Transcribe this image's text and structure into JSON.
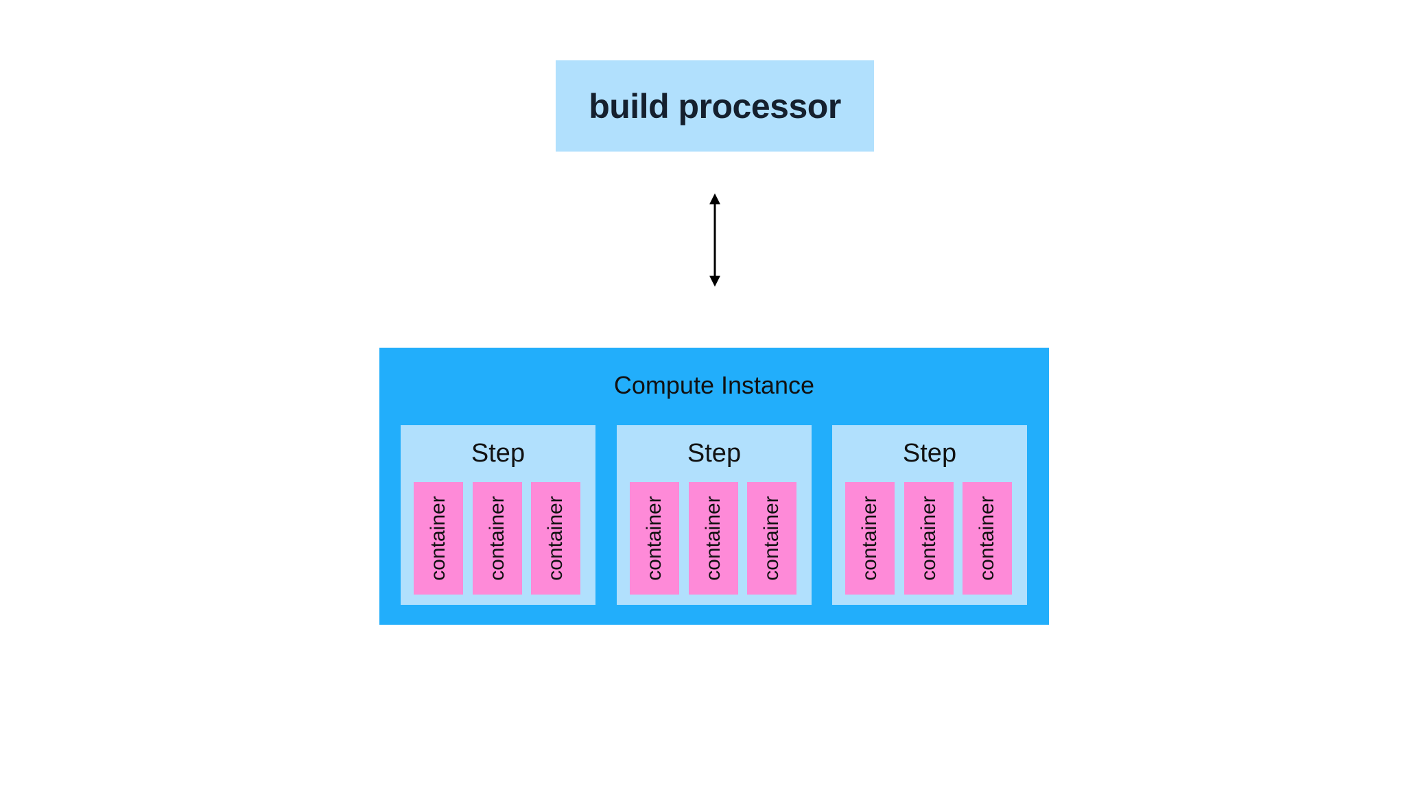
{
  "build_processor": {
    "label": "build processor"
  },
  "connector": {
    "icon": "double-arrow-icon",
    "color": "#000000"
  },
  "compute_instance": {
    "label": "Compute Instance",
    "color": "#22aefb",
    "steps": [
      {
        "label": "Step",
        "containers": [
          "container",
          "container",
          "container"
        ]
      },
      {
        "label": "Step",
        "containers": [
          "container",
          "container",
          "container"
        ]
      },
      {
        "label": "Step",
        "containers": [
          "container",
          "container",
          "container"
        ]
      }
    ]
  },
  "colors": {
    "light_box": "#b1e0fd",
    "container": "#fe8ad8"
  }
}
